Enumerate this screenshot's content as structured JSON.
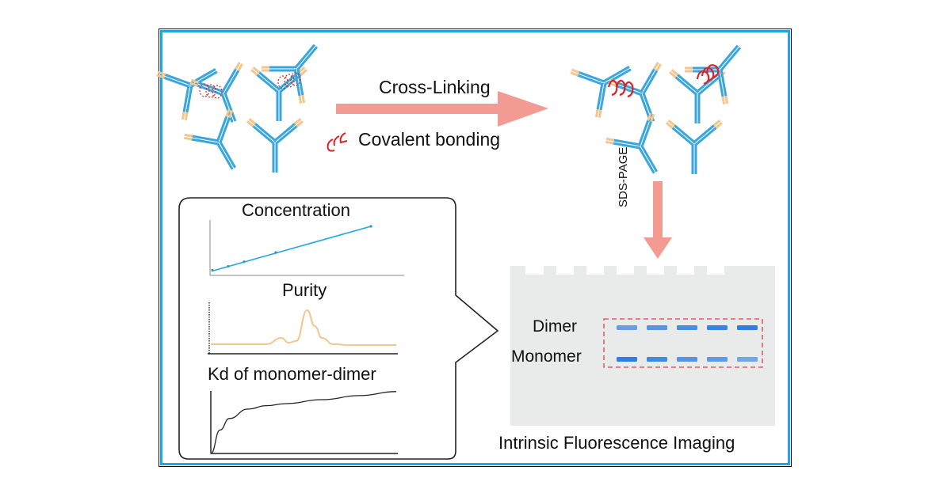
{
  "figure": {
    "process": {
      "cross_linking_label": "Cross-Linking",
      "covalent_bonding_label": "Covalent bonding",
      "sds_page_label": "SDS-PAGE"
    },
    "analysis_panels": {
      "concentration_title": "Concentration",
      "purity_title": "Purity",
      "kd_title": "Kd of monomer-dimer"
    },
    "gel": {
      "dimer_label": "Dimer",
      "monomer_label": "Monomer",
      "caption": "Intrinsic Fluorescence Imaging",
      "lanes": 5,
      "dimer_band_intensity": [
        0.55,
        0.7,
        0.8,
        0.95,
        1.0
      ],
      "monomer_band_intensity": [
        1.0,
        0.85,
        0.7,
        0.6,
        0.45
      ]
    },
    "colors": {
      "frame_border": "#1ea7e1",
      "arrow": "#f19b93",
      "antibody_heavy": "#3aa6dc",
      "antibody_light": "#f3c58f",
      "crosslink": "#d8232a",
      "band": "#2f7fe0",
      "box_dashed": "#e0404a",
      "gel_bg": "#e9eaea",
      "purity_line": "#f3c58f",
      "concentration_line": "#1ea7e1"
    }
  },
  "chart_data": [
    {
      "type": "scatter",
      "title": "Concentration",
      "x": [
        0,
        1,
        2,
        4,
        10
      ],
      "y": [
        0.3,
        0.9,
        1.6,
        3.0,
        7.0
      ],
      "fit": "linear",
      "xlabel": "",
      "ylabel": ""
    },
    {
      "type": "line",
      "title": "Purity",
      "x": [
        0,
        10,
        20,
        30,
        38,
        42,
        46,
        52,
        56,
        60,
        66,
        75,
        90,
        100
      ],
      "y": [
        0.12,
        0.12,
        0.12,
        0.12,
        0.2,
        0.14,
        0.16,
        0.55,
        0.35,
        0.2,
        0.12,
        0.11,
        0.11,
        0.11
      ],
      "xlabel": "",
      "ylabel": ""
    },
    {
      "type": "line",
      "title": "Kd of monomer-dimer",
      "x": [
        0,
        5,
        10,
        20,
        30,
        40,
        60,
        80,
        100
      ],
      "y": [
        0,
        0.35,
        0.52,
        0.66,
        0.71,
        0.74,
        0.8,
        0.86,
        0.92
      ],
      "xlabel": "",
      "ylabel": ""
    }
  ]
}
